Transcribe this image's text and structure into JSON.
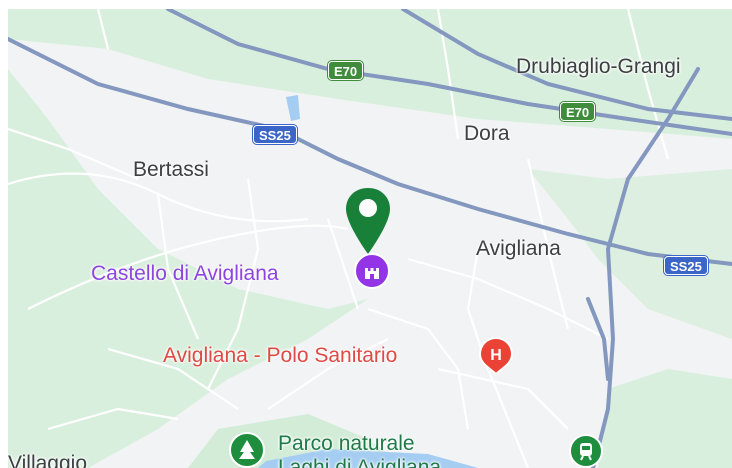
{
  "map": {
    "colors": {
      "background": "#f1f3f4",
      "greenery": "#d9efdd",
      "major_road": "#8397bf",
      "minor_road": "#ffffff",
      "water": "#a5cdf2",
      "pin": "#188038",
      "castle": "#9334e6",
      "hospital": "#ea4335",
      "park": "#1e8e3e"
    },
    "places": {
      "drubiaglio": "Drubiaglio-Grangi",
      "dora": "Dora",
      "bertassi": "Bertassi",
      "avigliana": "Avigliana",
      "villaggio": "Villaggio"
    },
    "pois": {
      "castello": "Castello di Avigliana",
      "hospital": "Avigliana - Polo Sanitario",
      "park_line1": "Parco naturale",
      "park_line2": "Laghi di Avigliana"
    },
    "shields": {
      "e70_a": "E70",
      "e70_b": "E70",
      "ss25_a": "SS25",
      "ss25_b": "SS25"
    },
    "icons": {
      "pin": "location-pin-icon",
      "castle": "castle-icon",
      "hospital": "hospital-icon",
      "park": "tree-icon",
      "train": "train-icon"
    }
  }
}
